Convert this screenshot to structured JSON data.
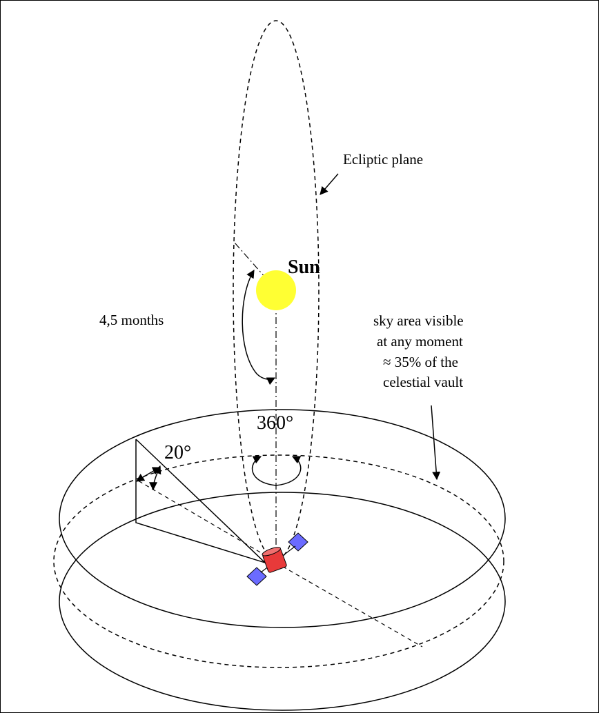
{
  "labels": {
    "ecliptic": "Ecliptic plane",
    "sun": "Sun",
    "months": "4,5 months",
    "visible_line1": "sky area visible",
    "visible_line2": "at any moment",
    "visible_line3": "≈ 35% of the",
    "visible_line4": "celestial vault",
    "rotation": "360°",
    "angle": "20°"
  },
  "colors": {
    "sun": "#ffff33",
    "satellite_body": "#e83a3a",
    "solar_panel": "#6b6bff",
    "stroke": "#000000"
  }
}
